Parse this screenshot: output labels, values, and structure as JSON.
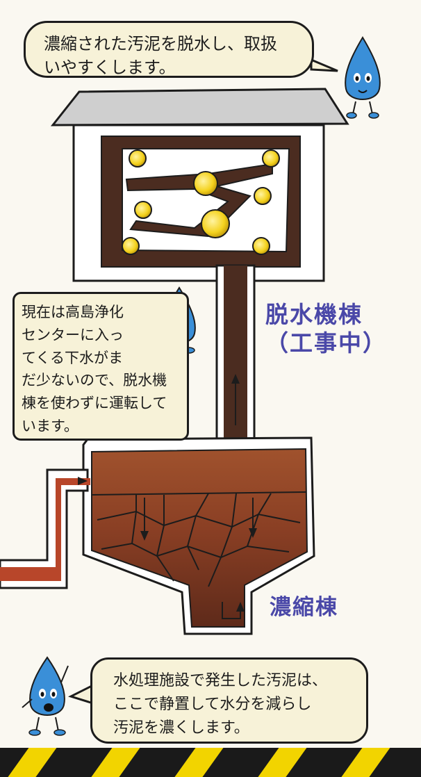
{
  "bubbles": {
    "top": {
      "lines": [
        "濃縮された汚泥を脱水し、取扱",
        "いやすくします。"
      ]
    },
    "left": {
      "lines": [
        "現在は高島浄化",
        "センターに入っ",
        "てくる下水がま",
        "だ少ないので、脱水機",
        "棟を使わずに運転して",
        "います。"
      ]
    },
    "bottom": {
      "lines": [
        "水処理施設で発生した汚泥は、",
        "ここで静置して水分を減らし",
        "汚泥を濃くします。"
      ]
    }
  },
  "labels": {
    "dewatering_building": "脱水機棟",
    "under_construction": "（工事中）",
    "thickening_building": "濃縮棟"
  },
  "colors": {
    "sludge_dark": "#4b2c20",
    "sludge_mid": "#7a3a22",
    "roller_yellow": "#f4d21e",
    "label_purple": "#4a48a8",
    "bubble_fill": "#f7f2d8",
    "hazard_yellow": "#f2d400"
  }
}
